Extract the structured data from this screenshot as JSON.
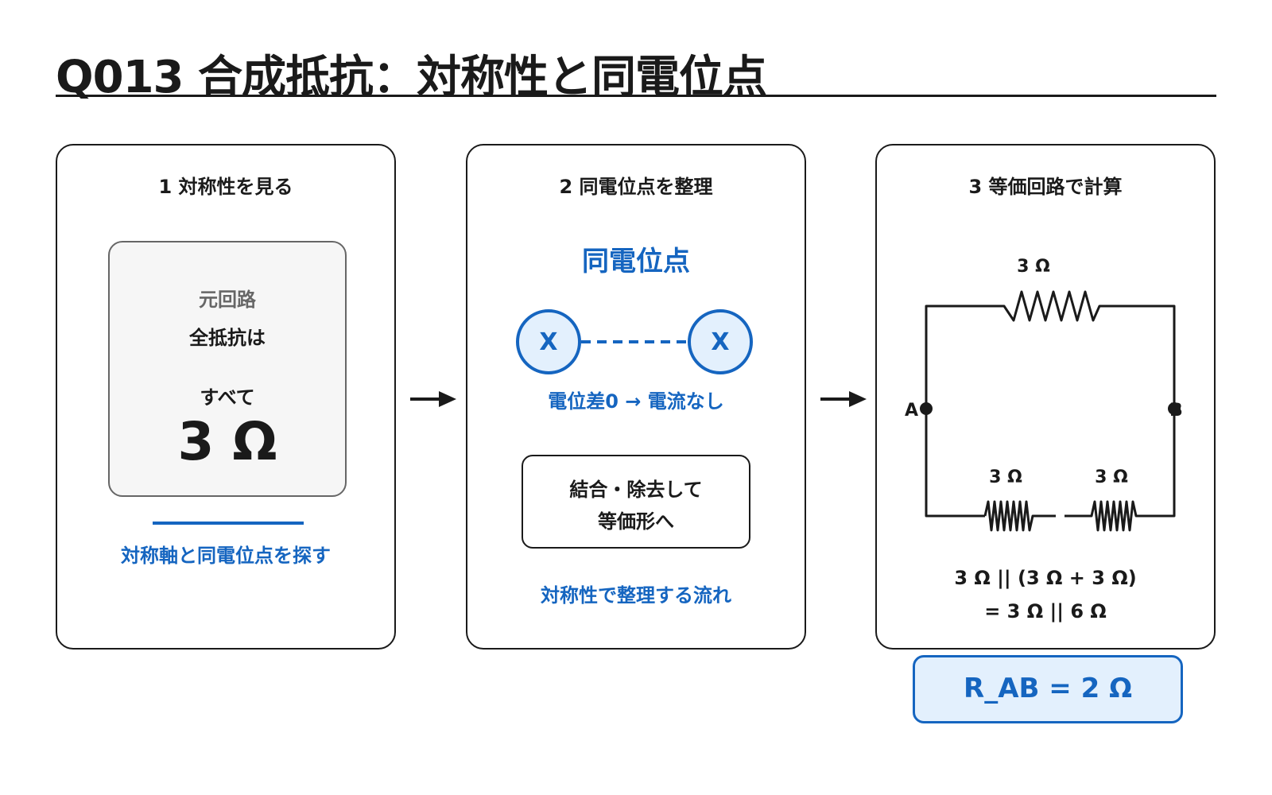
{
  "title": "Q013 合成抵抗：対称性と同電位点",
  "colors": {
    "accent": "#1565c0",
    "accent_fill": "#e3f0fd",
    "ink": "#1a1a1a",
    "muted": "#666666"
  },
  "panels": [
    {
      "heading": "1 対称性を見る",
      "box": {
        "label": "元回路",
        "total": "全抵抗は",
        "all": "すべて",
        "value": "3 Ω"
      },
      "caption": "対称軸と同電位点を探す"
    },
    {
      "heading": "2 同電位点を整理",
      "equipotential_title": "同電位点",
      "nodes": [
        "X",
        "X"
      ],
      "note": "電位差0 → 電流なし",
      "merge_box": {
        "line1": "結合・除去して",
        "line2": "等価形へ"
      },
      "caption": "対称性で整理する流れ"
    },
    {
      "heading": "3 等価回路で計算",
      "circuit": {
        "top_resistor": "3 Ω",
        "bottom_left_resistor": "3 Ω",
        "bottom_right_resistor": "3 Ω",
        "node_a": "A",
        "node_b": "B"
      },
      "calc_line1": "3 Ω || (3 Ω + 3 Ω)",
      "calc_line2": "= 3 Ω || 6 Ω"
    }
  ],
  "result": "R_AB = 2 Ω"
}
